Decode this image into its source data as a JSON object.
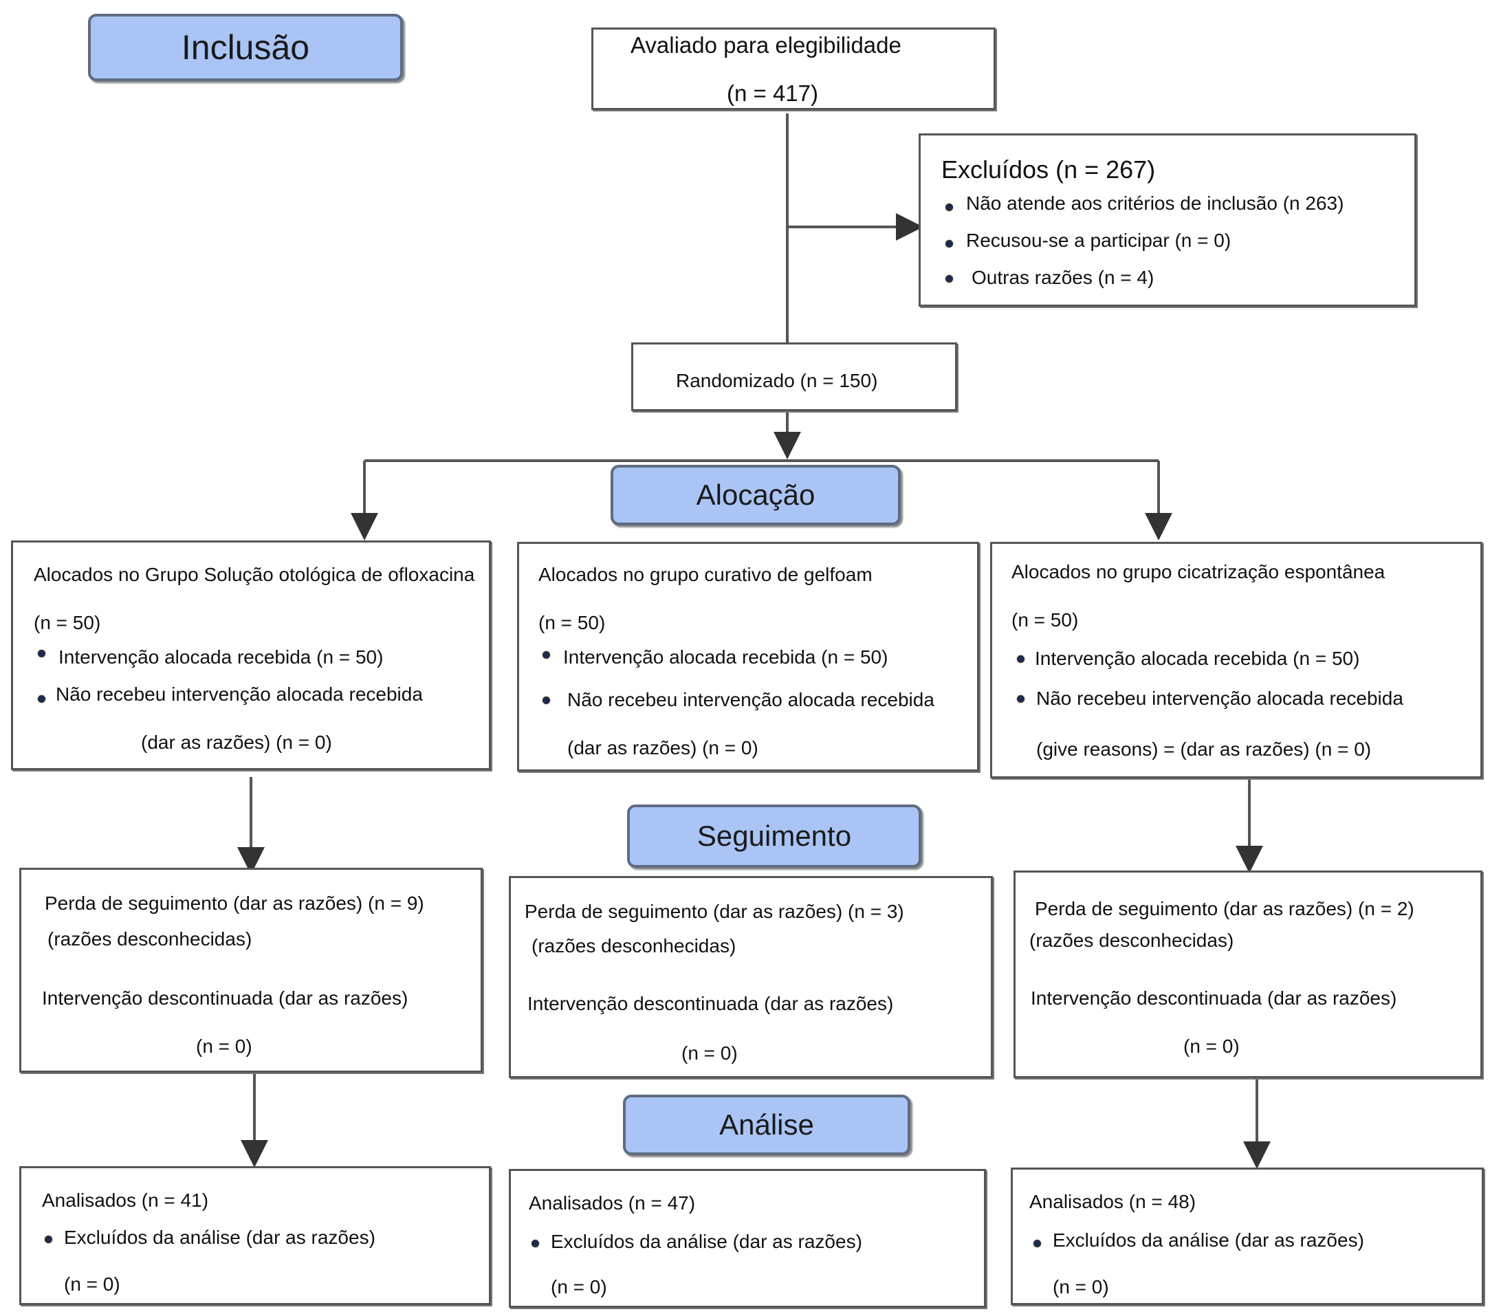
{
  "stages": {
    "inclusion": "Inclusão",
    "allocation": "Alocação",
    "followup": "Seguimento",
    "analysis": "Análise"
  },
  "assessed": {
    "line1": "Avaliado para elegibilidade",
    "line2": "(n = 417)"
  },
  "excluded": {
    "title": "Excluídos (n = 267)",
    "items": [
      "Não atende aos critérios de inclusão (n 263)",
      "Recusou-se a participar (n = 0)",
      "Outras razões (n = 4)"
    ]
  },
  "randomized": "Randomizado (n = 150)",
  "allocation_boxes": [
    {
      "title": "Alocados no Grupo Solução otológica de ofloxacina",
      "n": "(n = 50)",
      "received": "Intervenção alocada recebida (n = 50)",
      "not_received": "Não recebeu intervenção alocada recebida",
      "reasons": "(dar as razões) (n = 0)"
    },
    {
      "title": "Alocados no grupo curativo de gelfoam",
      "n": "(n = 50)",
      "received": "Intervenção alocada recebida (n = 50)",
      "not_received": "Não recebeu intervenção alocada recebida",
      "reasons": "(dar as razões) (n = 0)"
    },
    {
      "title": "Alocados no grupo cicatrização espontânea",
      "n": "(n = 50)",
      "received": "Intervenção alocada recebida (n = 50)",
      "not_received": "Não recebeu intervenção alocada recebida",
      "reasons": "(give reasons) = (dar as razões) (n = 0)"
    }
  ],
  "followup_boxes": [
    {
      "lost": "Perda de seguimento (dar as razões) (n = 9)",
      "unknown": "(razões desconhecidas)",
      "discontinued": "Intervenção descontinuada (dar as razões)",
      "n": "(n = 0)"
    },
    {
      "lost": "Perda de seguimento (dar as razões) (n = 3)",
      "unknown": "(razões desconhecidas)",
      "discontinued": "Intervenção descontinuada (dar as razões)",
      "n": "(n = 0)"
    },
    {
      "lost": "Perda de seguimento (dar as razões) (n = 2)",
      "unknown": "(razões desconhecidas)",
      "discontinued": "Intervenção descontinuada (dar as razões)",
      "n": "(n = 0)"
    }
  ],
  "analysis_boxes": [
    {
      "analyzed": "Analisados (n = 41)",
      "excluded": "Excluídos da análise (dar as razões)",
      "n": "(n = 0)"
    },
    {
      "analyzed": "Analisados (n = 47)",
      "excluded": "Excluídos da análise (dar as razões)",
      "n": "(n = 0)"
    },
    {
      "analyzed": "Analisados (n = 48)",
      "excluded": "Excluídos da análise (dar as razões)",
      "n": "(n = 0)"
    }
  ],
  "colors": {
    "stage_fill": "#a9c4f5",
    "stage_border": "#5f6c80",
    "line": "#555555"
  }
}
